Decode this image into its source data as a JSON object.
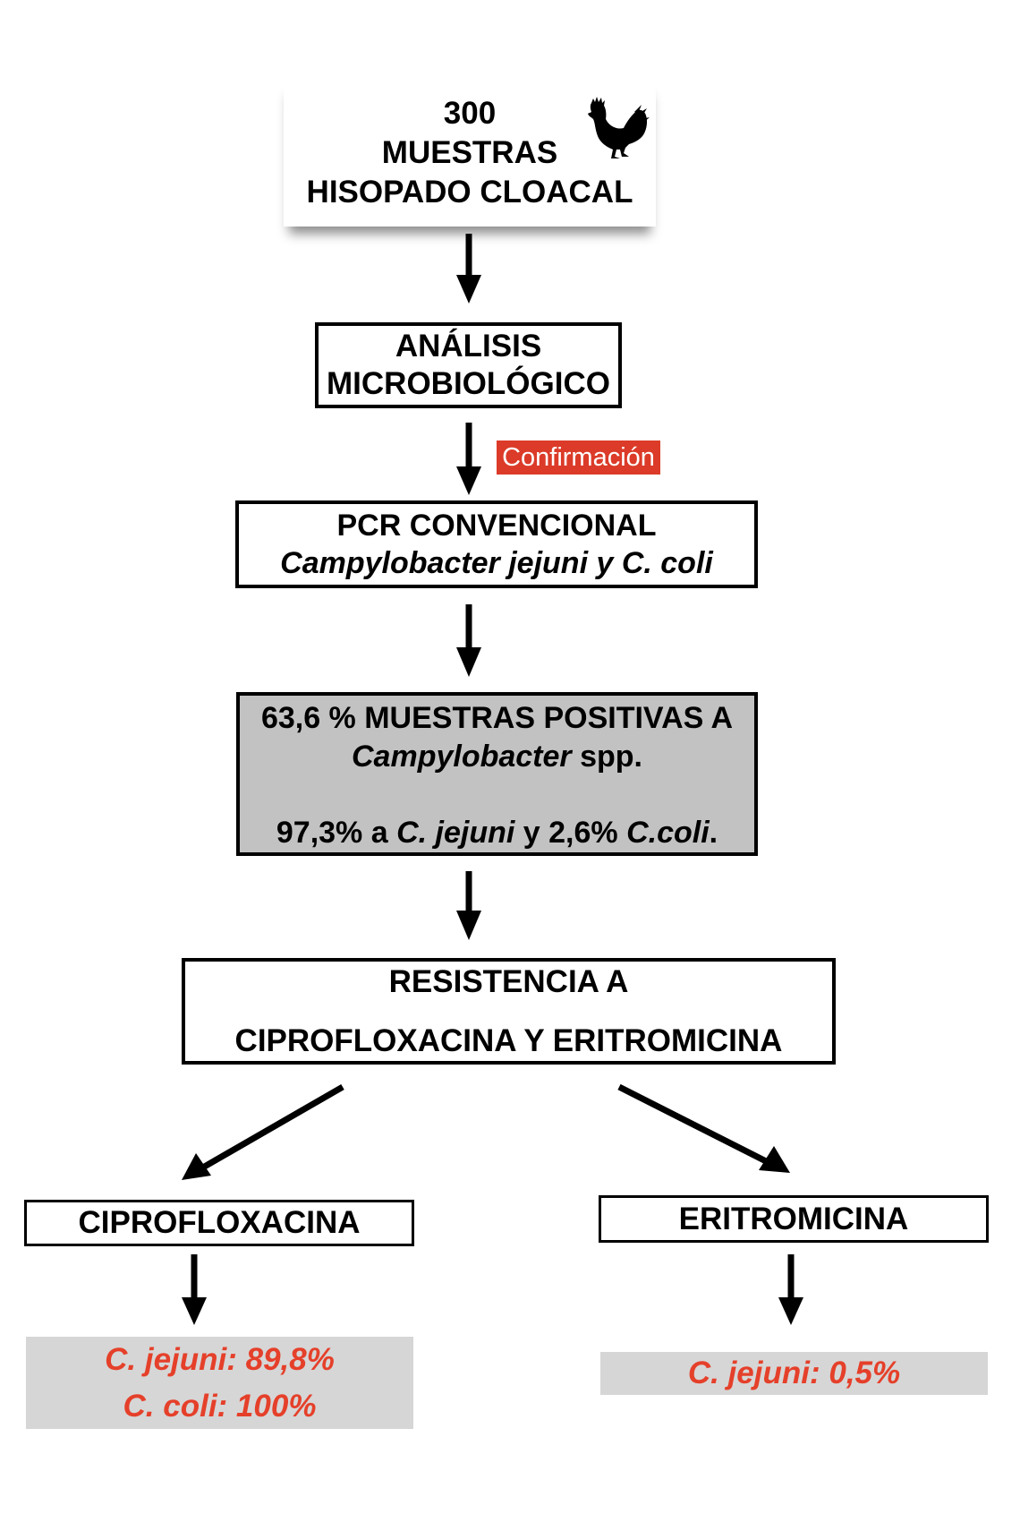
{
  "flowchart": {
    "start": {
      "lines": [
        "300",
        "MUESTRAS",
        "HISOPADO CLOACAL"
      ],
      "icon": "rooster-icon"
    },
    "analysis": {
      "lines": [
        "ANÁLISIS",
        "MICROBIOLÓGICO"
      ]
    },
    "confirmation_label": "Confirmación",
    "pcr": {
      "title": "PCR CONVENCIONAL",
      "subtitle": "Campylobacter jejuni y C. coli"
    },
    "positives": {
      "line1": "63,6 % MUESTRAS POSITIVAS A",
      "line2_italic": "Campylobacter",
      "line2_rest": " spp.",
      "line3_parts": [
        {
          "text": "97,3% a ",
          "italic": false
        },
        {
          "text": "C. jejuni",
          "italic": true
        },
        {
          "text": " y 2,6% ",
          "italic": false
        },
        {
          "text": "C.coli",
          "italic": true
        },
        {
          "text": ".",
          "italic": false
        }
      ]
    },
    "resistance": {
      "lines": [
        "RESISTENCIA A",
        "CIPROFLOXACINA Y ERITROMICINA"
      ]
    },
    "branches": [
      {
        "label": "CIPROFLOXACINA",
        "results": [
          "C. jejuni: 89,8%",
          "C. coli: 100%"
        ]
      },
      {
        "label": "ERITROMICINA",
        "results": [
          "C. jejuni: 0,5%"
        ]
      }
    ],
    "colors": {
      "result_text": "#E5402A",
      "result_bg": "#D6D6D6",
      "badge_bg": "#DB3B28",
      "positives_bg": "#C2C2C2"
    }
  }
}
